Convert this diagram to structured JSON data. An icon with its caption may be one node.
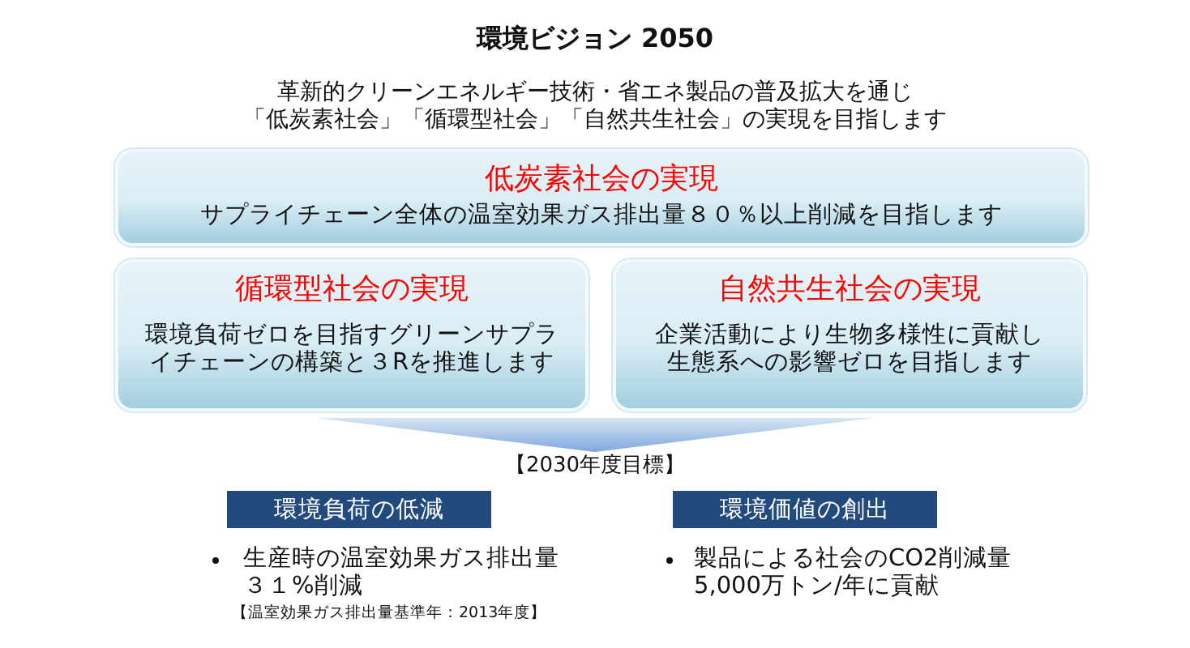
{
  "diagram": {
    "title": "環境ビジョン 2050",
    "nodes": [
      {
        "text": [
          "低炭素社会の実現",
          "サプライチェーン全体の温室効果ガス排出量８０％以上削減を目指します"
        ]
      },
      {
        "text": [
          "循環型社会の実現",
          "環境負荷ゼロを目指すグリーンサプライチェーンの構築と３Rを推進します"
        ]
      },
      {
        "text": [
          "自然共生社会の実現",
          "企業活動により生物多様性に貢献し生態系への影響ゼロを目指します"
        ]
      },
      {
        "text": [
          "【2030年度目標】"
        ]
      },
      {
        "text": [
          "環境負荷の低減"
        ],
        "beside": [
          "生産時の温室効果ガス排出量３１%削減",
          "【温室効果ガス排出量基準年：2013年度】"
        ]
      },
      {
        "text": [
          "環境価値の創出"
        ],
        "beside": [
          "製品による社会のCO2削減量5,000万トン/年に貢献"
        ]
      }
    ],
    "edges": [
      {
        "from": null,
        "to": 3,
        "arrow": "to"
      }
    ],
    "labels": [
      "革新的クリーンエネルギー技術・省エネ製品の普及拡大を通じ「低炭素社会」「循環型社会」「自然共生社会」の実現を目指します"
    ]
  }
}
